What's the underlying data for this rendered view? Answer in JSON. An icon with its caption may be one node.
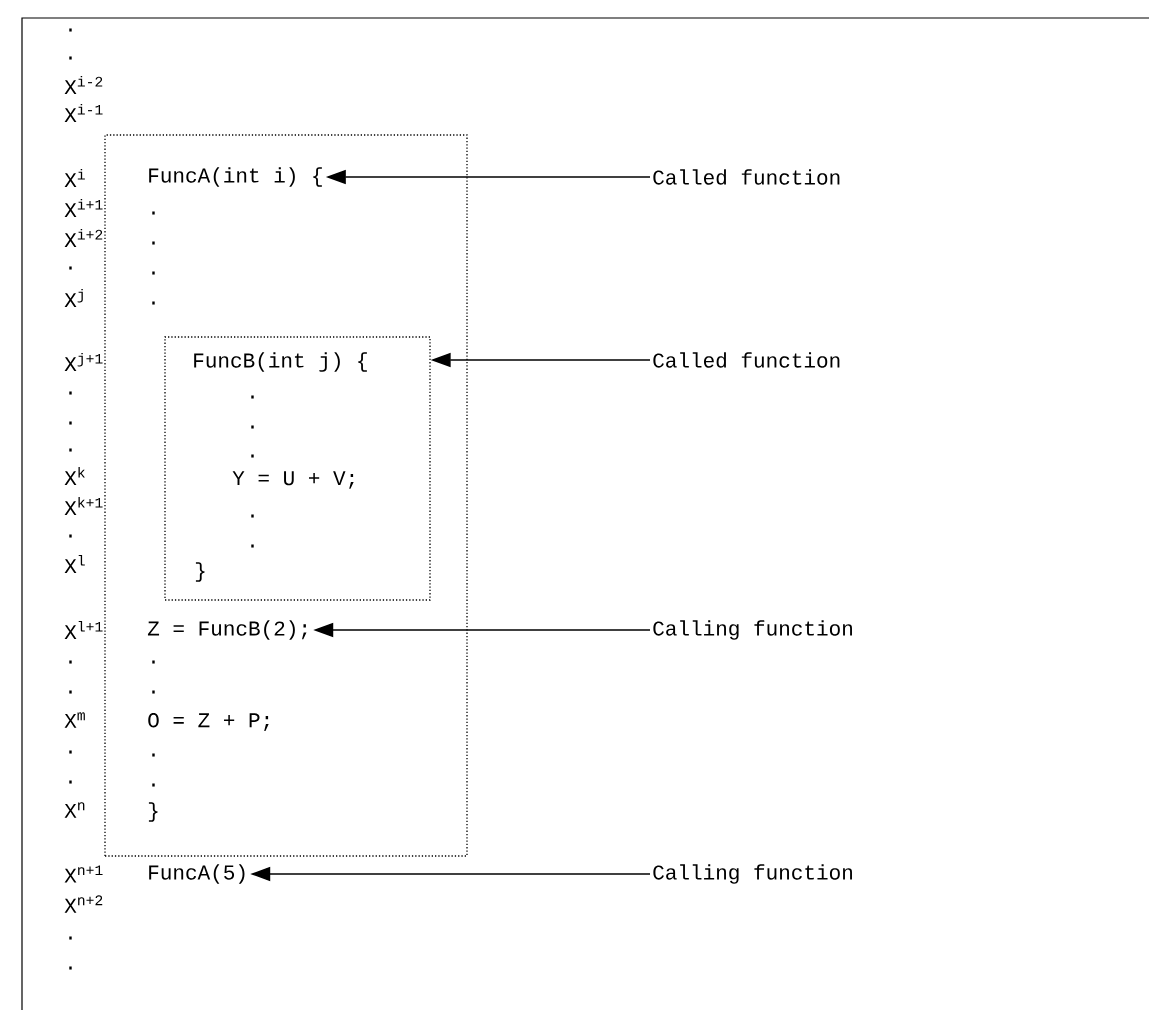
{
  "diagram": {
    "nodes": [
      {
        "text": [
          ".",
          ".",
          ".",
          ".",
          ".",
          ".",
          "O = Z + P;",
          ".",
          ".",
          "}"
        ]
      },
      {
        "text": [
          "FuncA(int i) {"
        ],
        "in": 0
      },
      {
        "text": [
          "FuncB(int j) {",
          ".",
          ".",
          ".",
          "Y = U + V;",
          ".",
          ".",
          "}"
        ],
        "in": 0
      },
      {
        "text": [
          "Z = FuncB(2);"
        ],
        "in": 0
      },
      {
        "text": [
          "FuncA(5)"
        ]
      },
      {
        "text": [
          "Called function"
        ]
      },
      {
        "text": [
          "Called function"
        ]
      },
      {
        "text": [
          "Calling function"
        ]
      },
      {
        "text": [
          "Calling function"
        ]
      }
    ],
    "edges": [
      {
        "from": 5,
        "to": 1,
        "arrow": "to"
      },
      {
        "from": 6,
        "to": 2,
        "arrow": "to"
      },
      {
        "from": 7,
        "to": 3,
        "arrow": "to"
      },
      {
        "from": 8,
        "to": 4,
        "arrow": "to"
      }
    ],
    "labels": [
      ".",
      ".",
      "X$^{i-2}$",
      "X$^{i-1}$",
      "X$^{i}$",
      "X$^{i+1}$",
      "X$^{i+2}$",
      ".",
      "X$^{j}$",
      "X$^{j+1}$",
      ".",
      ".",
      ".",
      "X$^{k}$",
      "X$^{k+1}$",
      ".",
      "X$^{l}$",
      "X$^{l+1}$",
      ".",
      ".",
      "X$^{m}$",
      ".",
      ".",
      "X$^{n}$",
      "X$^{n+1}$",
      "X$^{n+2}$",
      ".",
      "."
    ]
  }
}
